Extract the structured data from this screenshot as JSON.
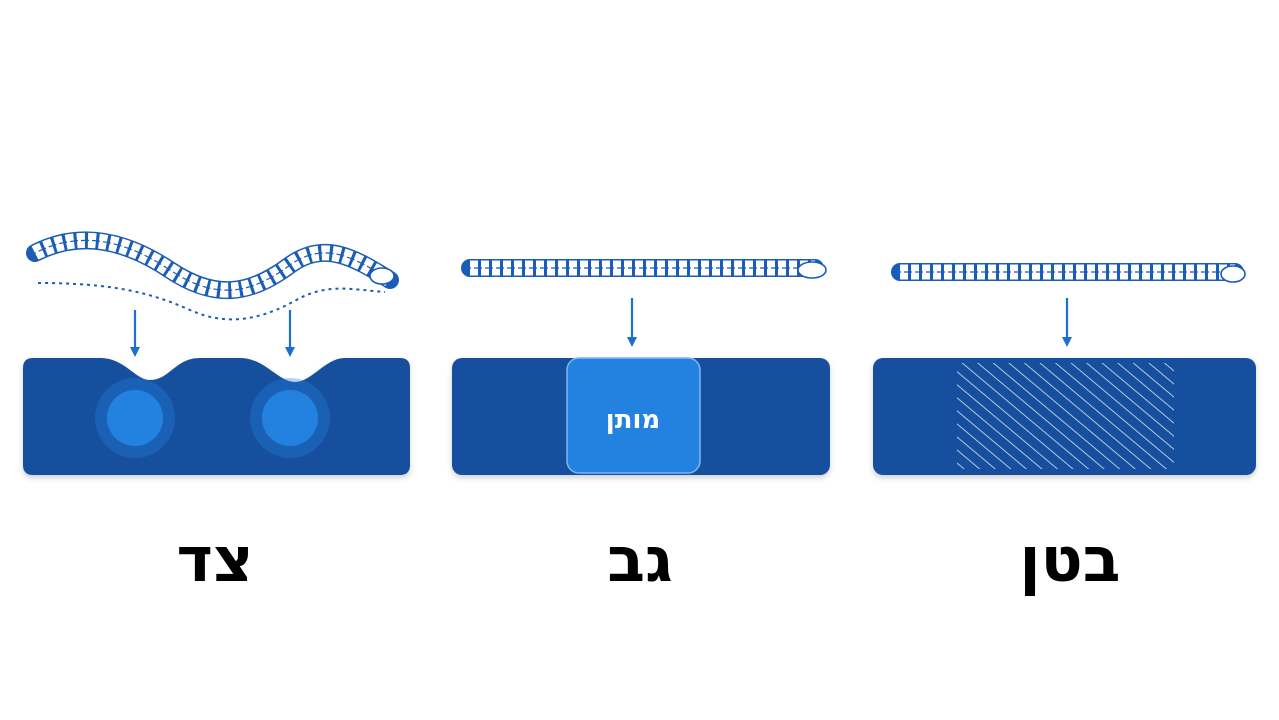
{
  "panels": {
    "side": {
      "label": "צד"
    },
    "back": {
      "label": "גב",
      "insert_label": "מותן"
    },
    "stomach": {
      "label": "בטן"
    }
  },
  "colors": {
    "mattress": "#144f9e",
    "highlight": "#2382e0",
    "outline": "#1a5cb8",
    "arrow": "#1a6fd0",
    "text": "#000000"
  },
  "icons": [
    "spine-icon",
    "down-arrow-icon",
    "support-zone-icon",
    "hatch-pattern-icon"
  ]
}
